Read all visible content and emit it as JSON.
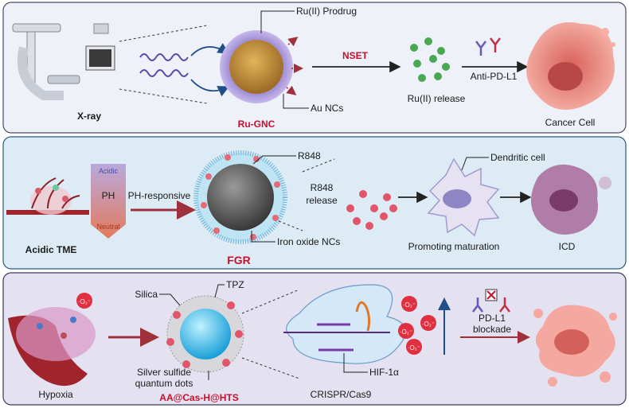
{
  "panel1": {
    "xray": "X-ray",
    "prodrug": "Ru(II) Prodrug",
    "au_ncs": "Au NCs",
    "particle": "Ru-GNC",
    "nset": "NSET",
    "release": "Ru(II) release",
    "anti_pdl1": "Anti-PD-L1",
    "cancer_cell": "Cancer Cell"
  },
  "panel2": {
    "acidic": "Acidic",
    "ph": "PH",
    "neutral": "Neutral",
    "tme": "Acidic TME",
    "ph_responsive": "PH-responsive",
    "r848": "R848",
    "r848_release_1": "R848",
    "r848_release_2": "release",
    "iron_oxide": "Iron oxide NCs",
    "particle": "FGR",
    "dendritic": "Dendritic cell",
    "promoting": "Promoting  maturation",
    "icd": "ICD"
  },
  "panel3": {
    "o2_symbol": "·O₂⁻",
    "hypoxia": "Hypoxia",
    "silica": "Silica",
    "tpz": "TPZ",
    "silver_1": "Silver sulfide",
    "silver_2": "quantum dots",
    "particle": "AA@Cas-H@HTS",
    "hif": "HIF-1α",
    "crispr": "CRISPR/Cas9",
    "pdl1_1": "PD-L1",
    "pdl1_2": "blockade"
  },
  "colors": {
    "panel1_bg": "#eef1f8",
    "panel2_bg": "#dcebf4",
    "panel3_bg": "#e4e2f0",
    "accent_red": "#c8102e"
  }
}
